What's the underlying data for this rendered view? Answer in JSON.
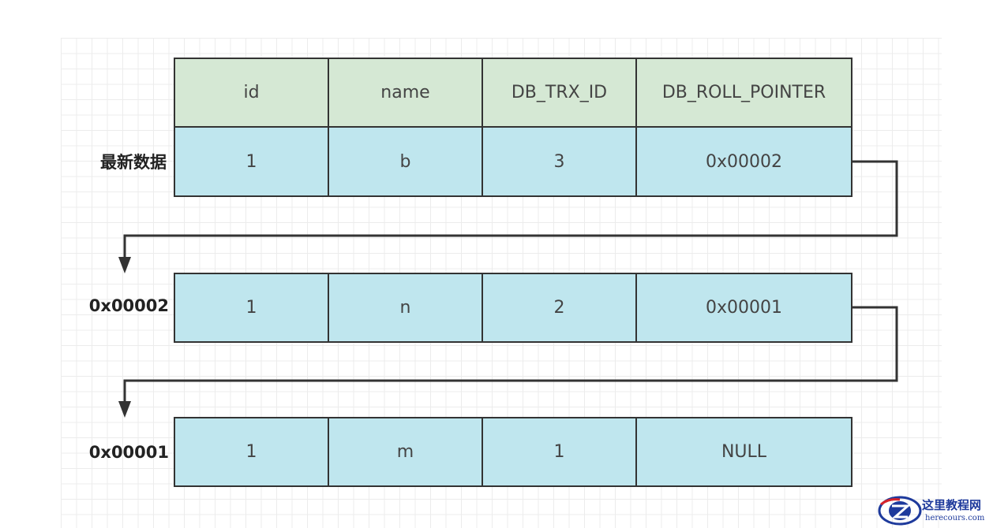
{
  "columns": [
    "id",
    "name",
    "DB_TRX_ID",
    "DB_ROLL_POINTER"
  ],
  "rows": [
    {
      "label": "最新数据",
      "cells": [
        "1",
        "b",
        "3",
        "0x00002"
      ]
    },
    {
      "label": "0x00002",
      "cells": [
        "1",
        "n",
        "2",
        "0x00001"
      ]
    },
    {
      "label": "0x00001",
      "cells": [
        "1",
        "m",
        "1",
        "NULL"
      ]
    }
  ],
  "watermark": {
    "title": "这里教程网",
    "sub": "herecours.com"
  },
  "colors": {
    "header_fill": "#d5e8d4",
    "row_fill": "#bfe6ee",
    "stroke": "#333333"
  }
}
